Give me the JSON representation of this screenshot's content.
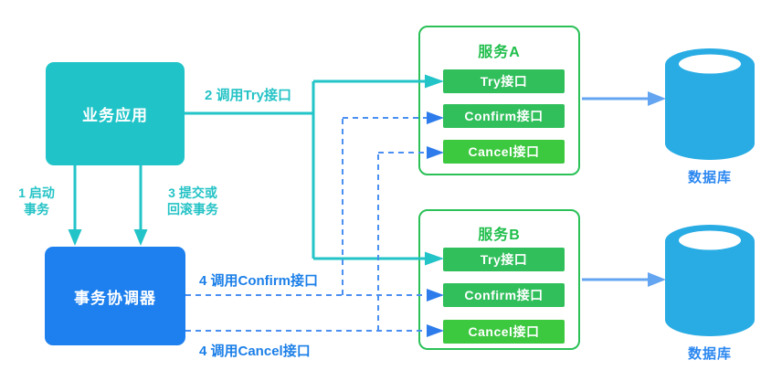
{
  "nodes": {
    "business_app": {
      "label": "业务应用"
    },
    "coordinator": {
      "label": "事务协调器"
    },
    "service_a": {
      "title": "服务A",
      "interfaces": [
        "Try接口",
        "Confirm接口",
        "Cancel接口"
      ]
    },
    "service_b": {
      "title": "服务B",
      "interfaces": [
        "Try接口",
        "Confirm接口",
        "Cancel接口"
      ]
    },
    "database_a": {
      "label": "数据库"
    },
    "database_b": {
      "label": "数据库"
    }
  },
  "edge_labels": {
    "start": "1 启动\n事务",
    "call_try": "2 调用Try接口",
    "commit_or_rollback": "3 提交或\n回滚事务",
    "call_confirm": "4 调用Confirm接口",
    "call_cancel": "4 调用Cancel接口"
  },
  "colors": {
    "teal": "#22C4C8",
    "coordinator_blue": "#1E80EE",
    "dashed_blue": "#4A8FF2",
    "arrow_blue": "#2E7CEB",
    "db_arrow_blue": "#64A5F1",
    "green_border": "#2BC158",
    "green_button": "#30BF5B",
    "green_button_bright": "#3CC83F",
    "database_cyan": "#29ACE4",
    "label_blue": "#1B7FE8"
  }
}
